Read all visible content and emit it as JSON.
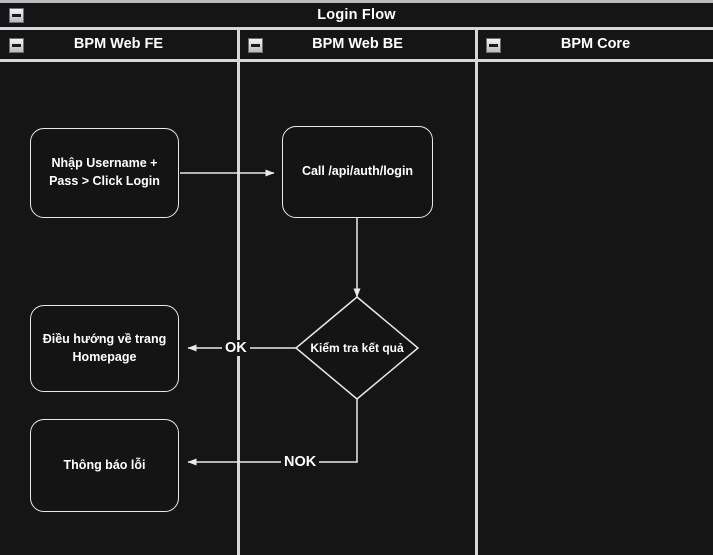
{
  "diagram": {
    "title": "Login Flow",
    "type": "bpmn-swimlane-flowchart",
    "colors": {
      "background": "#151515",
      "lines": "#e8e9eb",
      "text": "#ffffff",
      "lane_border": "#d5d7da",
      "icon_face": "#d9dbde"
    },
    "pool": {
      "label": "Login Flow",
      "collapse_icon": "minus-box-icon"
    },
    "lanes": [
      {
        "id": "fe",
        "label": "BPM Web FE",
        "collapse_icon": "minus-box-icon"
      },
      {
        "id": "be",
        "label": "BPM Web BE",
        "collapse_icon": "minus-box-icon"
      },
      {
        "id": "core",
        "label": "BPM Core",
        "collapse_icon": "minus-box-icon"
      }
    ],
    "nodes": [
      {
        "id": "n1",
        "lane": "fe",
        "shape": "rounded-rectangle",
        "text": "Nhập Username +\nPass > Click Login"
      },
      {
        "id": "n2",
        "lane": "be",
        "shape": "rounded-rectangle",
        "text": "Call /api/auth/login"
      },
      {
        "id": "n3",
        "lane": "be",
        "shape": "diamond",
        "text": "Kiểm tra kết quả"
      },
      {
        "id": "n4",
        "lane": "fe",
        "shape": "rounded-rectangle",
        "text": "Điều hướng về trang\nHomepage"
      },
      {
        "id": "n5",
        "lane": "fe",
        "shape": "rounded-rectangle",
        "text": "Thông báo lỗi"
      }
    ],
    "edges": [
      {
        "id": "e1",
        "from": "n1",
        "to": "n2",
        "label": ""
      },
      {
        "id": "e2",
        "from": "n2",
        "to": "n3",
        "label": ""
      },
      {
        "id": "e3",
        "from": "n3",
        "to": "n4",
        "label": "OK"
      },
      {
        "id": "e4",
        "from": "n3",
        "to": "n5",
        "label": "NOK"
      }
    ],
    "edge_labels": {
      "ok": "OK",
      "nok": "NOK"
    }
  }
}
